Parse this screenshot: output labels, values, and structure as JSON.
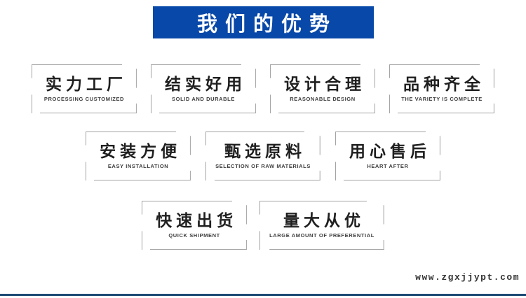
{
  "header": {
    "title": "我们的优势",
    "bg_color": "#0848a8",
    "text_color": "#ffffff"
  },
  "advantages": [
    {
      "title": "实力工厂",
      "subtitle": "PROCESSING CUSTOMIZED"
    },
    {
      "title": "结实好用",
      "subtitle": "SOLID AND DURABLE"
    },
    {
      "title": "设计合理",
      "subtitle": "REASONABLE DESIGN"
    },
    {
      "title": "品种齐全",
      "subtitle": "THE VARIETY IS COMPLETE"
    },
    {
      "title": "安装方便",
      "subtitle": "EASY INSTALLATION"
    },
    {
      "title": "甄选原料",
      "subtitle": "SELECTION OF RAW MATERIALS"
    },
    {
      "title": "用心售后",
      "subtitle": "HEART AFTER"
    },
    {
      "title": "快速出货",
      "subtitle": "QUICK SHIPMENT"
    },
    {
      "title": "量大从优",
      "subtitle": "LARGE AMOUNT OF PREFERENTIAL"
    }
  ],
  "footer": {
    "website": "www.zgxjjypt.com",
    "bar_color": "#1d4a75"
  },
  "colors": {
    "card_border": "#a3a3a3",
    "card_title_text": "#1f1f1f",
    "card_subtitle_text": "#3d3d3d"
  }
}
